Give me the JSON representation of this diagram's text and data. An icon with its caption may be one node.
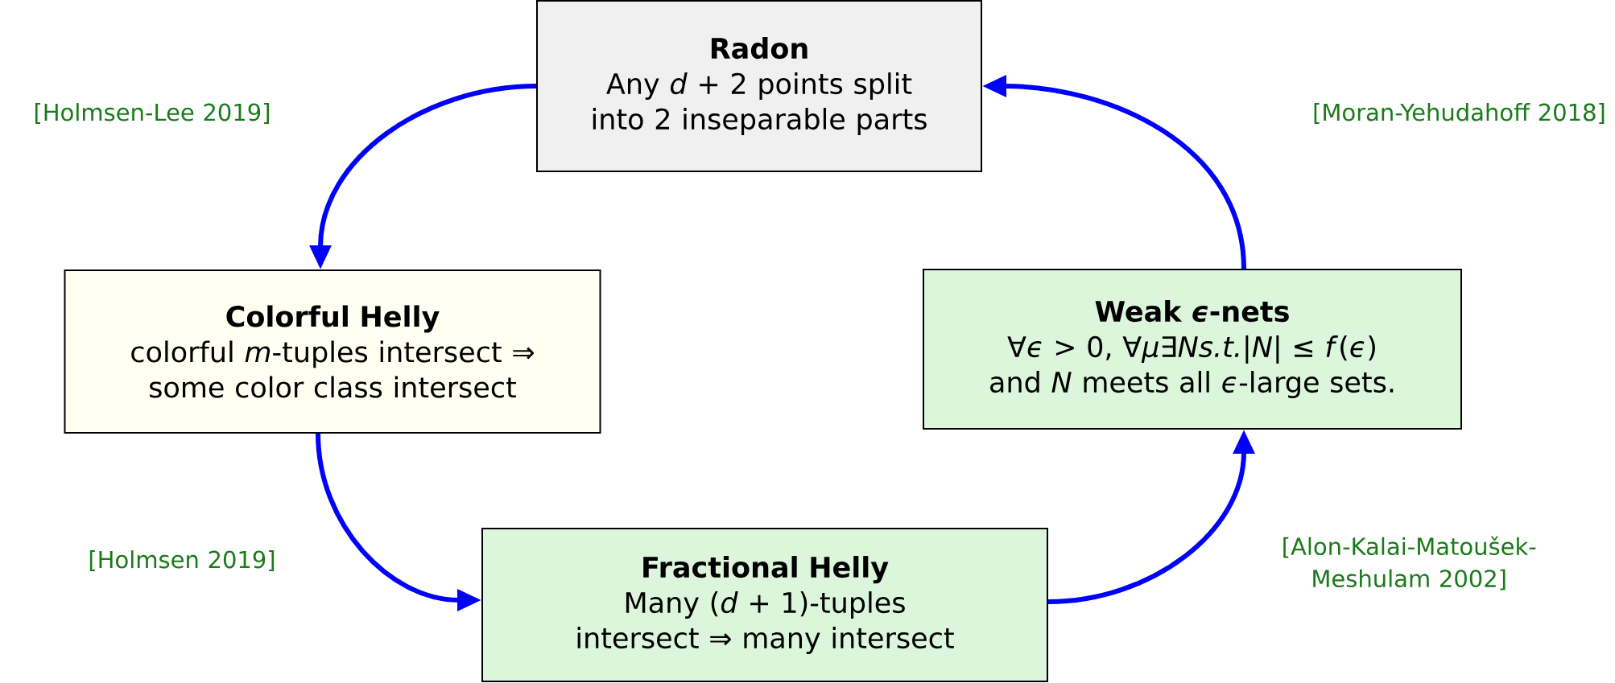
{
  "diagram": {
    "nodes": [
      {
        "text": [
          "Radon",
          "Any *d* + 2 points split into 2 inseparable parts"
        ]
      },
      {
        "text": [
          "Colorful Helly",
          "colorful *m*-tuples intersect ⇒ some color class intersect"
        ]
      },
      {
        "text": [
          "Weak *ϵ*-nets",
          "∀*ϵ* > 0, ∀*μ*∃*Ns.t.*|*N*| ≤ *f*(*ϵ*) and *N* meets all *ϵ*-large sets."
        ]
      },
      {
        "text": [
          "Fractional Helly",
          "Many (*d* + 1)-tuples intersect ⇒ many intersect"
        ]
      }
    ],
    "edges": [
      {
        "from": 0,
        "to": 1,
        "arrow": "to",
        "label": "[Holmsen-Lee 2019]"
      },
      {
        "from": 1,
        "to": 3,
        "arrow": "to",
        "label": "[Holmsen 2019]"
      },
      {
        "from": 3,
        "to": 2,
        "arrow": "to",
        "label": "[Alon-Kalai-Matoušek-Meshulam 2002]"
      },
      {
        "from": 2,
        "to": 0,
        "arrow": "to",
        "label": "[Moran-Yehudahoff 2018]"
      }
    ]
  }
}
